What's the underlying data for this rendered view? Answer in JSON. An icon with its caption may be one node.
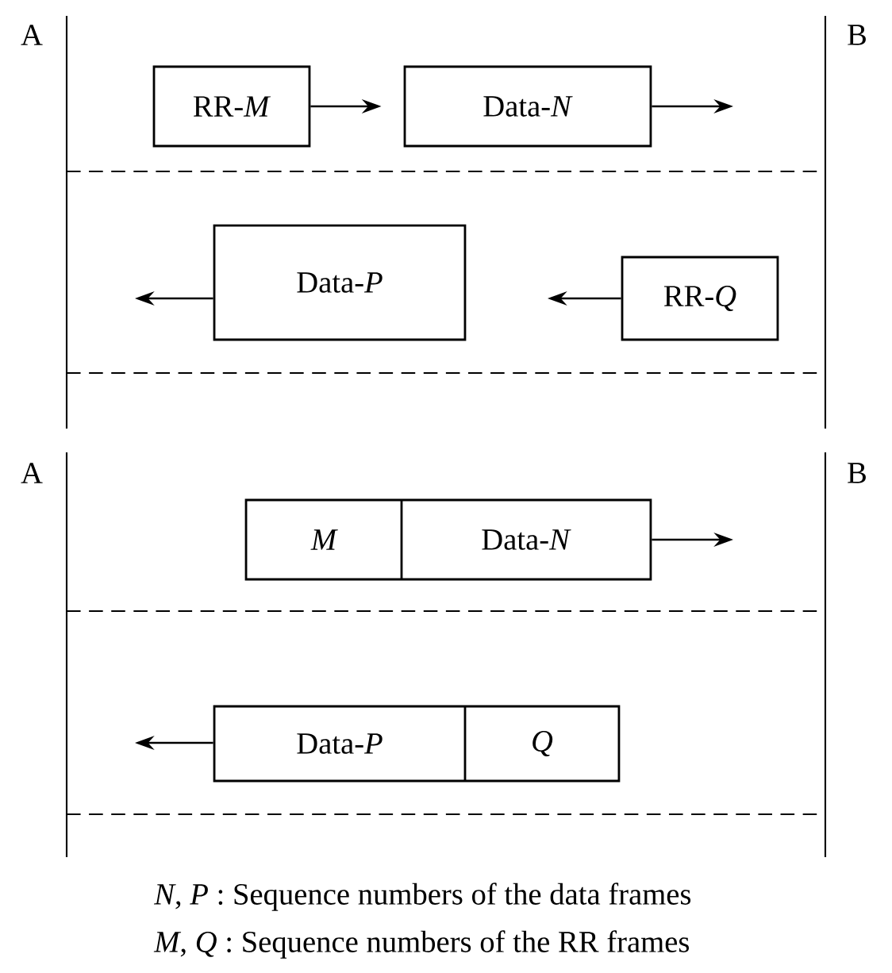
{
  "diagram": {
    "nodes": [
      {
        "text": [
          "RR-*M*"
        ]
      },
      {
        "text": [
          "Data-*N*"
        ]
      },
      {
        "text": [
          "Data-*P*"
        ]
      },
      {
        "text": [
          "RR-*Q*"
        ]
      },
      {
        "text": [
          "M",
          "Data-*N*"
        ]
      },
      {
        "text": [
          "Data-*P*",
          "Q"
        ]
      }
    ],
    "edges": [
      {
        "from": 0,
        "to": 1,
        "arrow": "to"
      },
      {
        "from": 1,
        "to": null,
        "arrow": "to"
      },
      {
        "from": 2,
        "to": null,
        "arrow": "to"
      },
      {
        "from": 3,
        "to": null,
        "arrow": "to"
      },
      {
        "from": 4,
        "to": null,
        "arrow": "to"
      },
      {
        "from": 5,
        "to": null,
        "arrow": "to"
      }
    ],
    "labels": [
      "A",
      "B",
      "A",
      "B",
      "*N*, *P* : Sequence numbers of the data frames",
      "*M*, *Q* : Sequence numbers of the RR frames"
    ]
  }
}
